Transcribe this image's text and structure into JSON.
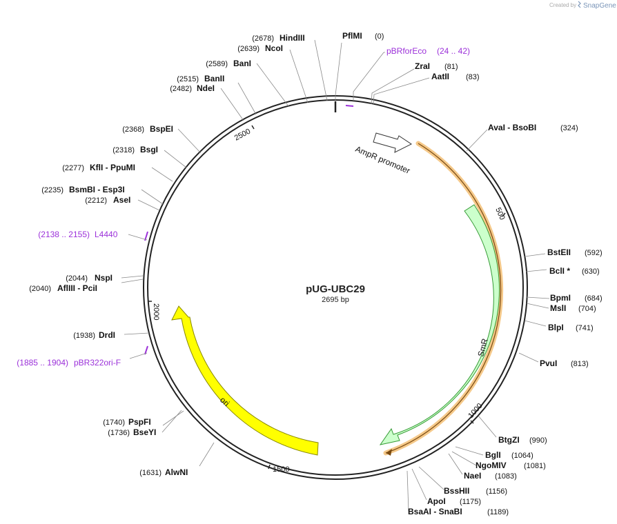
{
  "brand": {
    "created_by": "Created by",
    "name": "SnapGene"
  },
  "plasmid": {
    "name": "pUG-UBC29",
    "length": "2695 bp",
    "length_bp": 2695
  },
  "sites": [
    {
      "name": "PflMI",
      "pos": "(0)"
    },
    {
      "name": "ZraI",
      "pos": "(81)"
    },
    {
      "name": "AatII",
      "pos": "(83)"
    },
    {
      "name": "AvaI - BsoBI",
      "pos": "(324)"
    },
    {
      "name": "BstEII",
      "pos": "(592)"
    },
    {
      "name": "BclI *",
      "pos": "(630)"
    },
    {
      "name": "BpmI",
      "pos": "(684)"
    },
    {
      "name": "MslI",
      "pos": "(704)"
    },
    {
      "name": "BlpI",
      "pos": "(741)"
    },
    {
      "name": "PvuI",
      "pos": "(813)"
    },
    {
      "name": "BtgZI",
      "pos": "(990)"
    },
    {
      "name": "BglI",
      "pos": "(1064)"
    },
    {
      "name": "NgoMIV",
      "pos": "(1081)"
    },
    {
      "name": "NaeI",
      "pos": "(1083)"
    },
    {
      "name": "BssHII",
      "pos": "(1156)"
    },
    {
      "name": "ApoI",
      "pos": "(1175)"
    },
    {
      "name": "BsaAI - SnaBI",
      "pos": "(1189)"
    },
    {
      "name": "AlwNI",
      "pos": "(1631)"
    },
    {
      "name": "BseYI",
      "pos": "(1736)"
    },
    {
      "name": "PspFI",
      "pos": "(1740)"
    },
    {
      "name": "DrdI",
      "pos": "(1938)"
    },
    {
      "name": "AflIII - PciI",
      "pos": "(2040)"
    },
    {
      "name": "NspI",
      "pos": "(2044)"
    },
    {
      "name": "AseI",
      "pos": "(2212)"
    },
    {
      "name": "BsmBI - Esp3I",
      "pos": "(2235)"
    },
    {
      "name": "KflI - PpuMI",
      "pos": "(2277)"
    },
    {
      "name": "BsgI",
      "pos": "(2318)"
    },
    {
      "name": "BspEI",
      "pos": "(2368)"
    },
    {
      "name": "NdeI",
      "pos": "(2482)"
    },
    {
      "name": "BanII",
      "pos": "(2515)"
    },
    {
      "name": "BanI",
      "pos": "(2589)"
    },
    {
      "name": "NcoI",
      "pos": "(2639)"
    },
    {
      "name": "HindIII",
      "pos": "(2678)"
    }
  ],
  "primers": [
    {
      "name": "pBRforEco",
      "range": "(24 .. 42)"
    },
    {
      "name": "L4440",
      "range": "(2138 .. 2155)"
    },
    {
      "name": "pBR322ori-F",
      "range": "(1885 .. 1904)"
    }
  ],
  "features": [
    {
      "name": "AmpR promoter",
      "color": "#ffffff"
    },
    {
      "name": "SmR",
      "color": "#ccffcc"
    },
    {
      "name": "ori",
      "color": "#ffff00"
    }
  ],
  "orf_color": "#f5c98a",
  "ticks": [
    "500",
    "1000",
    "1500",
    "2000",
    "2500"
  ]
}
